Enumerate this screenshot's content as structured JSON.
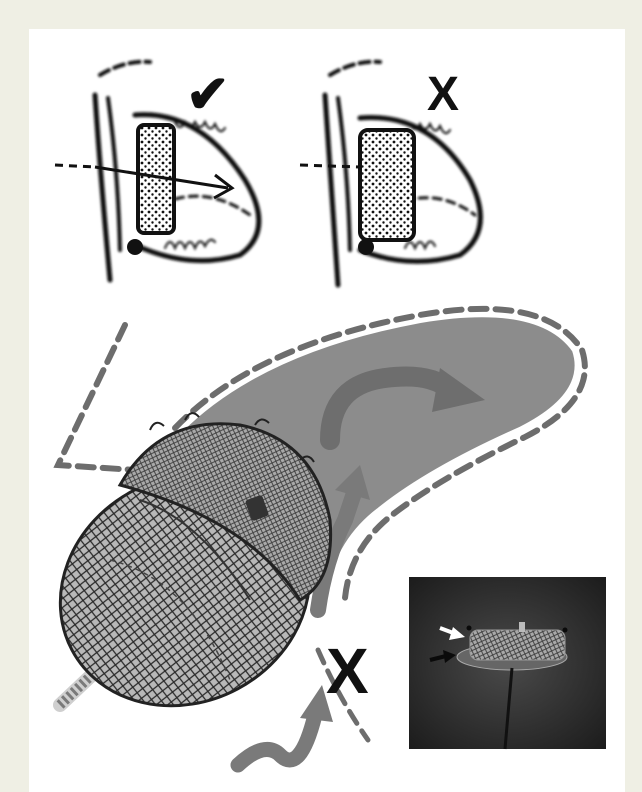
{
  "figure": {
    "panel_top": {
      "correct": {
        "mark": "✔"
      },
      "incorrect": {
        "mark": "X"
      }
    },
    "panel_bottom": {
      "mark": "X",
      "inset": {
        "description_icon": "device-photo"
      }
    }
  },
  "colors": {
    "background": "#efefe4",
    "panel": "#ffffff",
    "ink": "#111111",
    "appendage_fill": "#8c8c8c",
    "dash_outline": "#6d6d6d",
    "arrow": "#6e6e6e",
    "inset_bg": "#2b2b2b"
  }
}
